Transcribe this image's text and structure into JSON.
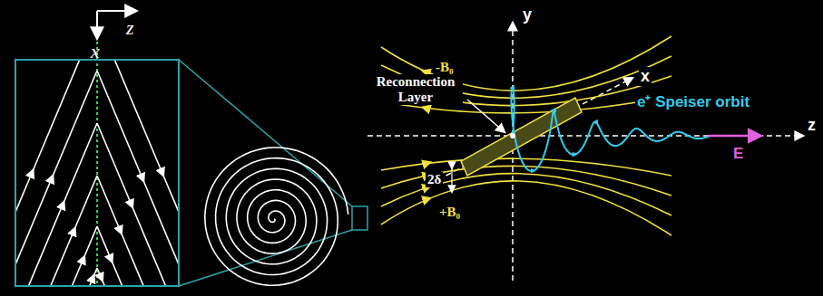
{
  "diagram": {
    "labels": [
      "x",
      "z",
      "Reconnection Layer",
      "-B₀",
      "2δ",
      "+B₀",
      "y",
      "x",
      "e⁺ Speiser orbit",
      "z",
      "E"
    ]
  }
}
